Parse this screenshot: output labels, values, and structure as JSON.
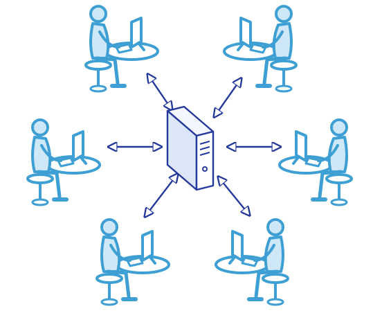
{
  "colors": {
    "background": "#ffffff",
    "person_stroke": "#3d9fd3",
    "person_fill": "#cfe8f7",
    "server_stroke": "#23389a",
    "server_fill": "#dbe6f7",
    "arrow": "#23389a"
  },
  "diagram": {
    "type": "client-server network",
    "center": {
      "icon": "server-tower-icon"
    },
    "clients": [
      {
        "id": "top-left",
        "icon": "user-at-workstation-icon"
      },
      {
        "id": "top-right",
        "icon": "user-at-workstation-icon"
      },
      {
        "id": "middle-left",
        "icon": "user-at-workstation-icon"
      },
      {
        "id": "middle-right",
        "icon": "user-at-workstation-icon"
      },
      {
        "id": "bottom-left",
        "icon": "user-at-workstation-icon"
      },
      {
        "id": "bottom-right",
        "icon": "user-at-workstation-icon"
      }
    ],
    "connection": "bidirectional-arrow"
  }
}
